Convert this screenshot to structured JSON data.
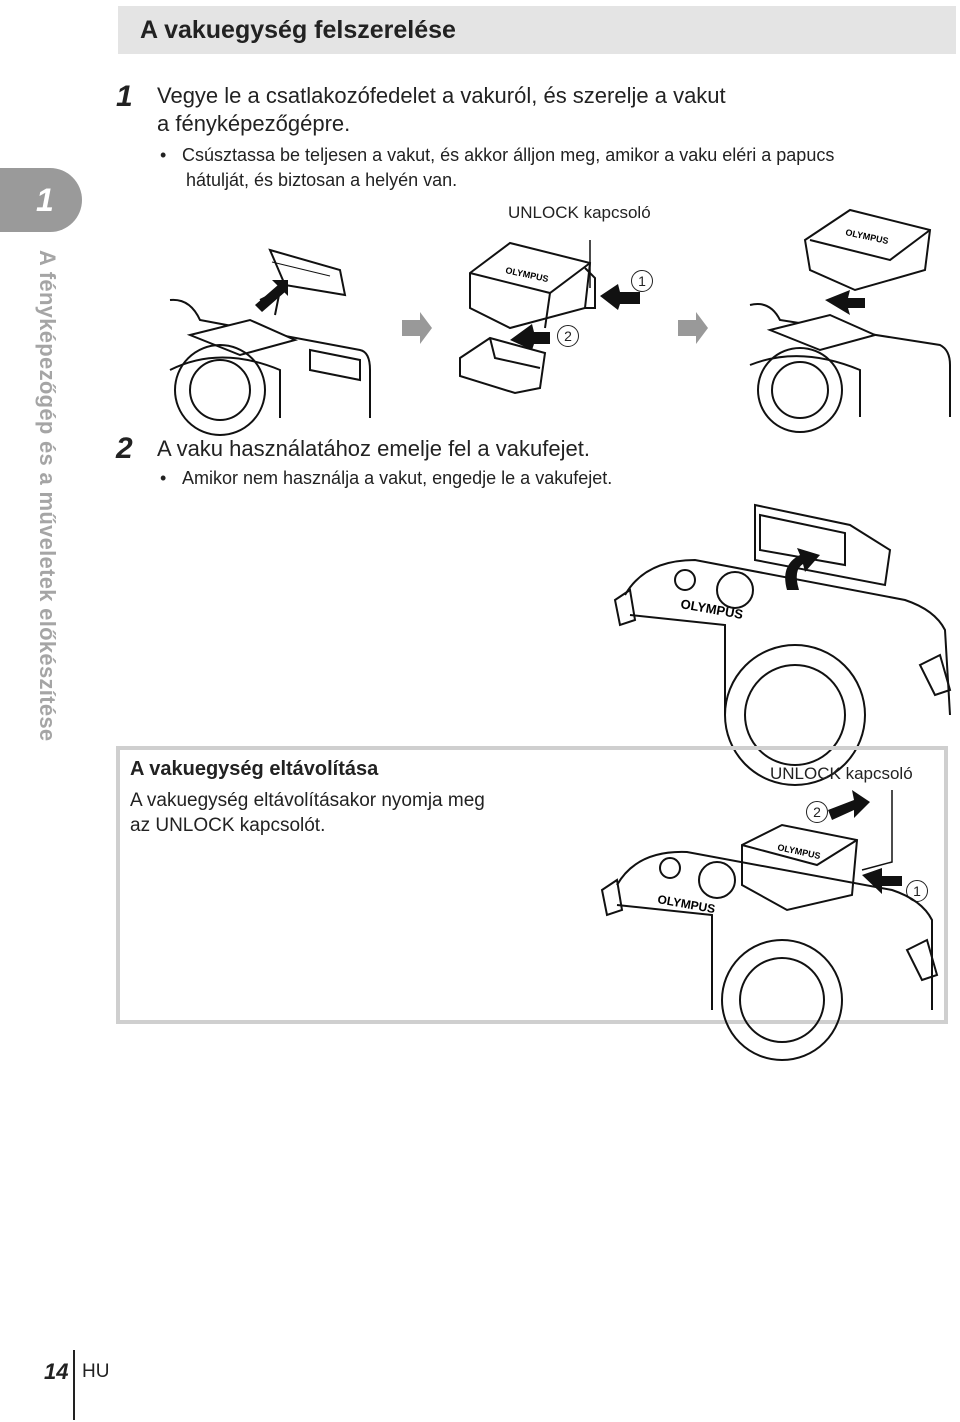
{
  "header": {
    "title": "A vakuegység felszerelése"
  },
  "side_tab": {
    "number": "1",
    "label": "A fényképezőgép és a műveletek előkészítése"
  },
  "step1": {
    "number": "1",
    "line1": "Vegye le a csatlakozófedelet a vakuról, és szerelje a vakut",
    "line2": "a fényképezőgépre.",
    "bullet_line1": "Csúsztassa be teljesen a vakut, és akkor álljon meg, amikor a vaku eléri a papucs",
    "bullet_line2": "hátulját, és biztosan a helyén van.",
    "unlock_label": "UNLOCK kapcsoló",
    "marker1": "1",
    "marker2": "2"
  },
  "step2": {
    "number": "2",
    "text": "A vaku használatához emelje fel a vakufejet.",
    "bullet": "Amikor nem használja a vakut, engedje le a vakufejet.",
    "brand": "OLYMPUS"
  },
  "removal_box": {
    "title": "A vakuegység eltávolítása",
    "line1": "A vakuegység eltávolításakor nyomja meg",
    "line2": "az UNLOCK kapcsolót.",
    "unlock_label": "UNLOCK kapcsoló",
    "marker1": "1",
    "marker2": "2",
    "brand": "OLYMPUS"
  },
  "footer": {
    "page_number": "14",
    "language": "HU"
  }
}
